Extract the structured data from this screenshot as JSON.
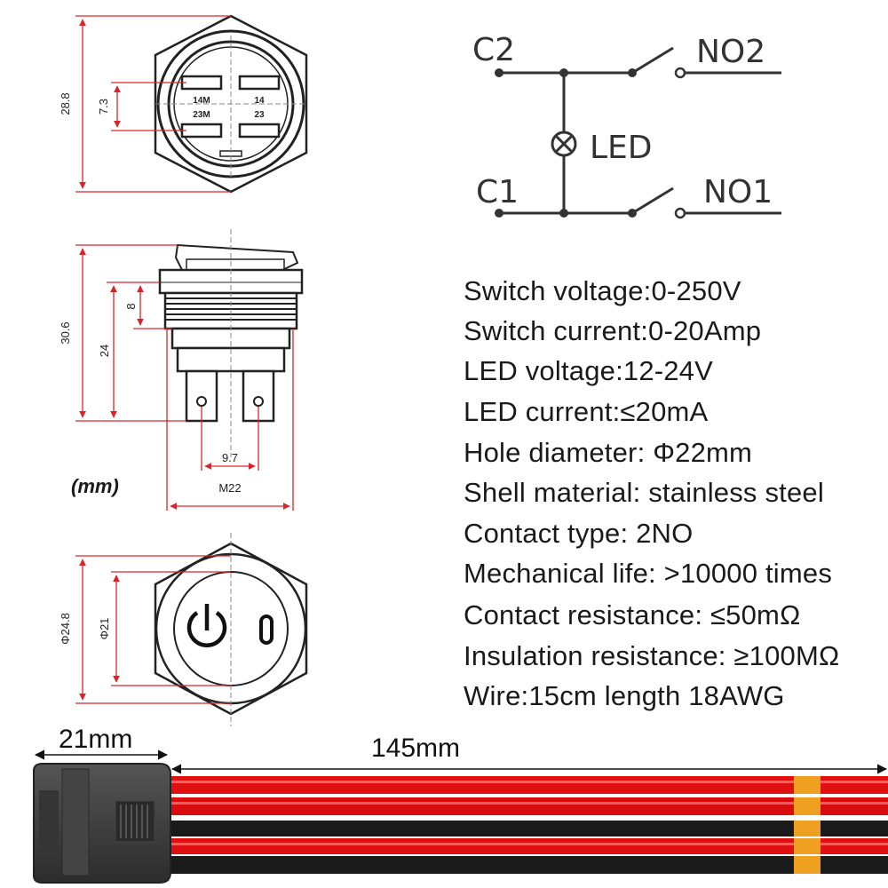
{
  "units_label": "(mm)",
  "colors": {
    "dimension_line": "#d9252a",
    "wire_red": "#e01010",
    "wire_black": "#1a1a1a",
    "connector": "#3a3a3a",
    "tape": "#f0a020"
  },
  "front_view": {
    "dim_height": "28.8",
    "dim_terminal_gap": "7.3",
    "terminal_markings": [
      "14M",
      "14",
      "23M",
      "23"
    ]
  },
  "side_view": {
    "dim_total_height": "30.6",
    "dim_body": "24",
    "dim_head": "8",
    "dim_terminal_spacing": "9.7",
    "dim_thread": "M22"
  },
  "top_view": {
    "dim_outer": "Φ24.8",
    "dim_inner": "Φ21"
  },
  "schematic": {
    "c2": "C2",
    "no2": "NO2",
    "c1": "C1",
    "no1": "NO1",
    "led": "LED"
  },
  "specs": [
    "Switch voltage:0-250V",
    "Switch current:0-20Amp",
    "LED voltage:12-24V",
    "LED current:≤20mA",
    "Hole diameter: Φ22mm",
    "Shell material: stainless steel",
    "Contact type: 2NO",
    "Mechanical life: >10000 times",
    "Contact resistance: ≤50mΩ",
    "Insulation resistance: ≥100MΩ",
    "Wire:15cm length 18AWG"
  ],
  "wire_dims": {
    "connector_width": "21mm",
    "wire_length": "145mm"
  }
}
